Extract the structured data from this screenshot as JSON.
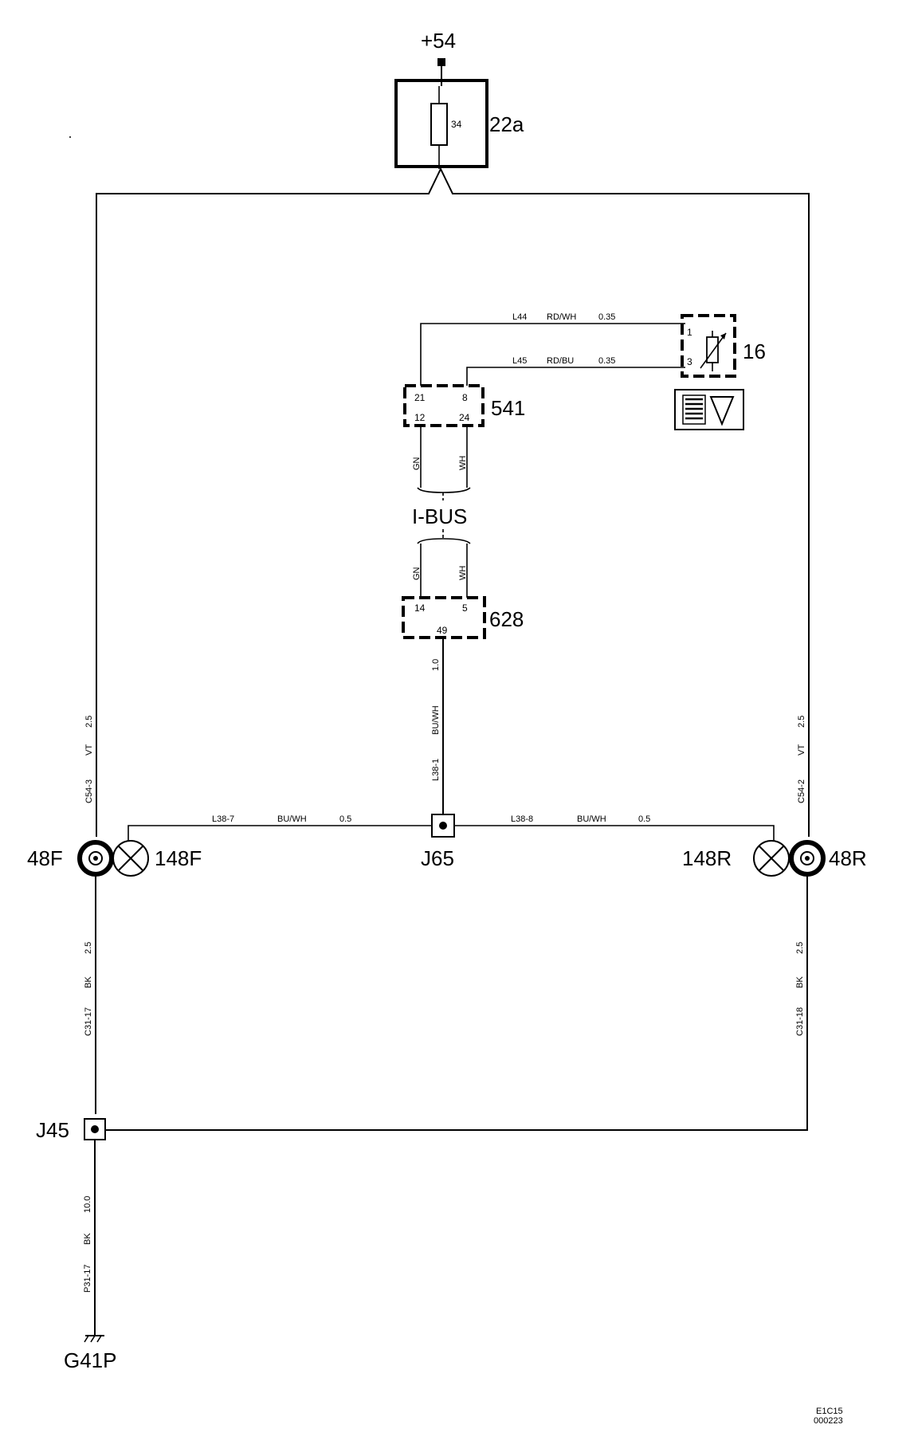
{
  "supply": "+54",
  "fuse": {
    "id": "22a",
    "number": "34"
  },
  "sensor": {
    "id": "16",
    "pin_top": "1",
    "pin_bottom": "3"
  },
  "module_541": {
    "id": "541",
    "pins": [
      "21",
      "8",
      "12",
      "24"
    ]
  },
  "module_628": {
    "id": "628",
    "pins": [
      "14",
      "5",
      "49"
    ]
  },
  "bus_label": "I-BUS",
  "bus_upper": {
    "left": "GN",
    "right": "WH"
  },
  "bus_lower": {
    "left": "GN",
    "right": "WH"
  },
  "wire_L44": {
    "code": "L44",
    "color": "RD/WH",
    "size": "0.35"
  },
  "wire_L45": {
    "code": "L45",
    "color": "RD/BU",
    "size": "0.35"
  },
  "wire_628_vertical": {
    "size": "1.0",
    "color": "BU/WH",
    "code": "L38-1"
  },
  "wire_left_upper": {
    "size": "2.5",
    "color": "VT",
    "code": "C54-3"
  },
  "wire_right_upper": {
    "size": "2.5",
    "color": "VT",
    "code": "C54-2"
  },
  "wire_left_lower": {
    "size": "2.5",
    "color": "BK",
    "code": "C31-17"
  },
  "wire_right_lower": {
    "size": "2.5",
    "color": "BK",
    "code": "C31-18"
  },
  "wire_ground": {
    "size": "10.0",
    "color": "BK",
    "code": "P31-17"
  },
  "wire_L38_7": {
    "code": "L38-7",
    "color": "BU/WH",
    "size": "0.5"
  },
  "wire_L38_8": {
    "code": "L38-8",
    "color": "BU/WH",
    "size": "0.5"
  },
  "connectors": {
    "left_socket": "48F",
    "left_lamp": "148F",
    "center_junction": "J65",
    "right_lamp": "148R",
    "right_socket": "48R",
    "bottom_junction": "J45",
    "ground": "G41P"
  },
  "footer": {
    "line1": "E1C15",
    "line2": "000223"
  }
}
